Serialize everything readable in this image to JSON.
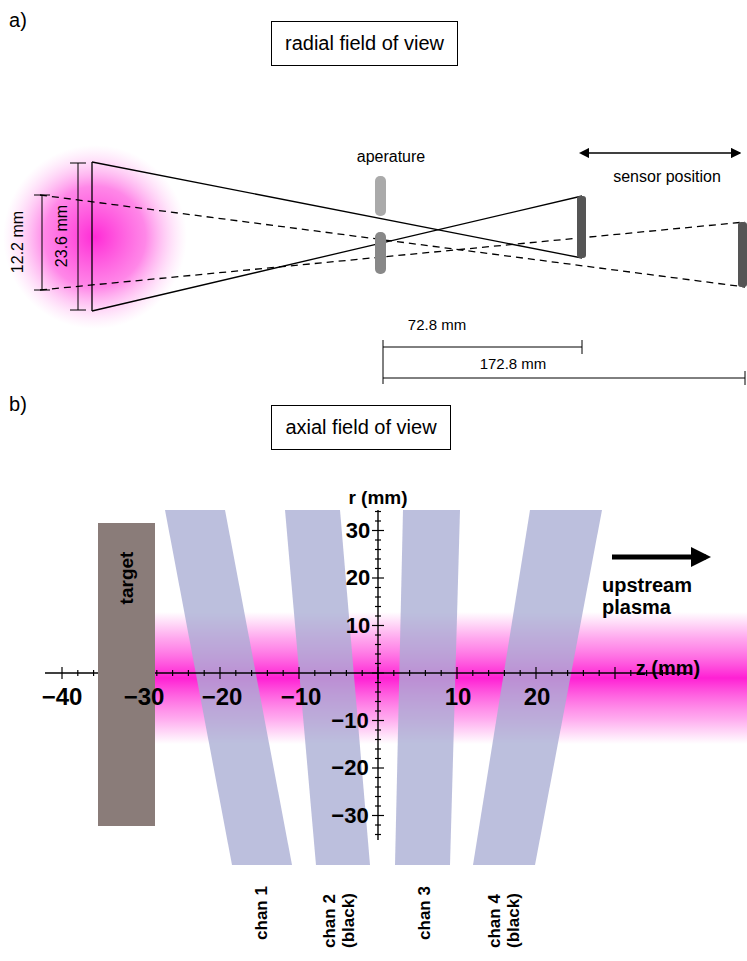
{
  "diagram": {
    "nodes": [
      {
        "text": [
          "radial field of view"
        ]
      },
      {
        "text": [
          "axial field of view"
        ]
      },
      {
        "text": [
          "target"
        ]
      }
    ],
    "labels": [
      "a)",
      "aperature",
      "sensor position",
      "12.2 mm",
      "23.6 mm",
      "72.8 mm",
      "172.8 mm",
      "b)",
      "r (mm)",
      "30",
      "20",
      "10",
      "−10",
      "−20",
      "−30",
      "−40",
      "−30",
      "−20",
      "−10",
      "10",
      "20",
      "z (mm)",
      "upstream plasma",
      "chan 1",
      "chan 2 (black)",
      "chan 3",
      "chan 4 (black)"
    ]
  }
}
